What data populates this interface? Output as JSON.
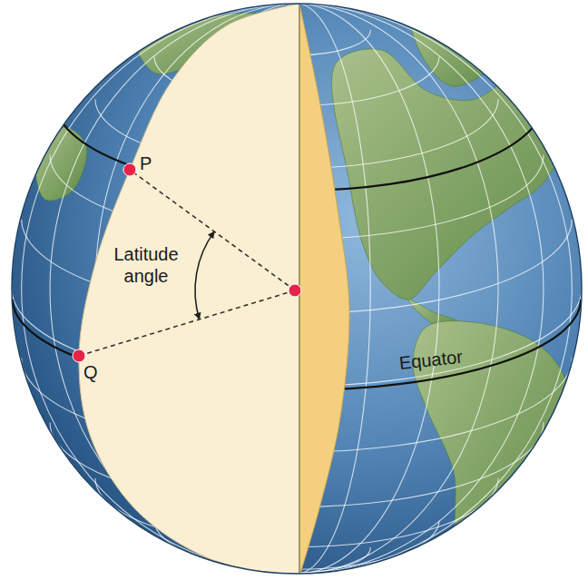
{
  "diagram": {
    "labels": [
      "P",
      "Latitude angle",
      "Q",
      "Equator"
    ]
  }
}
